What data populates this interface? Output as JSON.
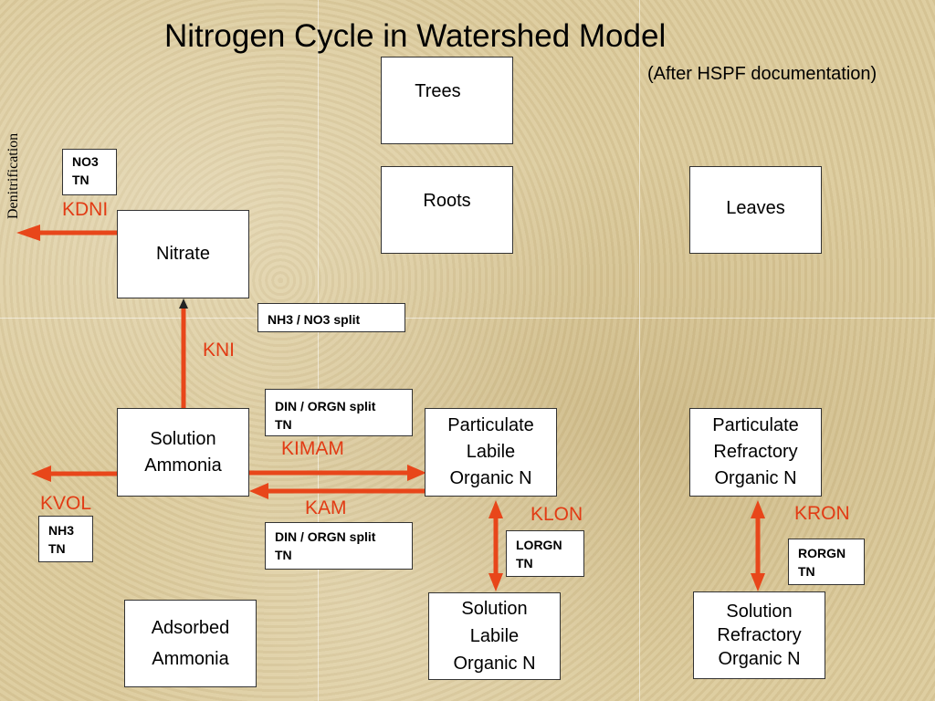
{
  "title": "Nitrogen Cycle in Watershed Model",
  "subtitle": "(After HSPF documentation)",
  "side_label": "Denitrification",
  "colors": {
    "arrow": "#e8461a",
    "rate_text": "#e23b14",
    "background": "#dccb9c"
  },
  "nodes": {
    "trees": "Trees",
    "roots": "Roots",
    "leaves": "Leaves",
    "nitrate": "Nitrate",
    "solution_ammonia": "Solution\nAmmonia",
    "particulate_labile": "Particulate\nLabile\nOrganic N",
    "particulate_refractory": "Particulate\nRefractory\nOrganic N",
    "adsorbed_ammonia": "Adsorbed\nAmmonia",
    "solution_labile": "Solution\nLabile\nOrganic N",
    "solution_refractory": "Solution\nRefractory\nOrganic N"
  },
  "notes": {
    "no3_tn": "NO3\nTN",
    "nh3_no3_split": "NH3 / NO3 split",
    "din_orgn_split_1": "DIN / ORGN split\nTN",
    "din_orgn_split_2": "DIN / ORGN split\nTN",
    "nh3_tn": "NH3\nTN",
    "lorgn_tn": "LORGN\nTN",
    "rorgn_tn": "RORGN\nTN"
  },
  "rates": {
    "kdni": "KDNI",
    "kni": "KNI",
    "kimam": "KIMAM",
    "kam": "KAM",
    "kvol": "KVOL",
    "klon": "KLON",
    "kron": "KRON"
  }
}
